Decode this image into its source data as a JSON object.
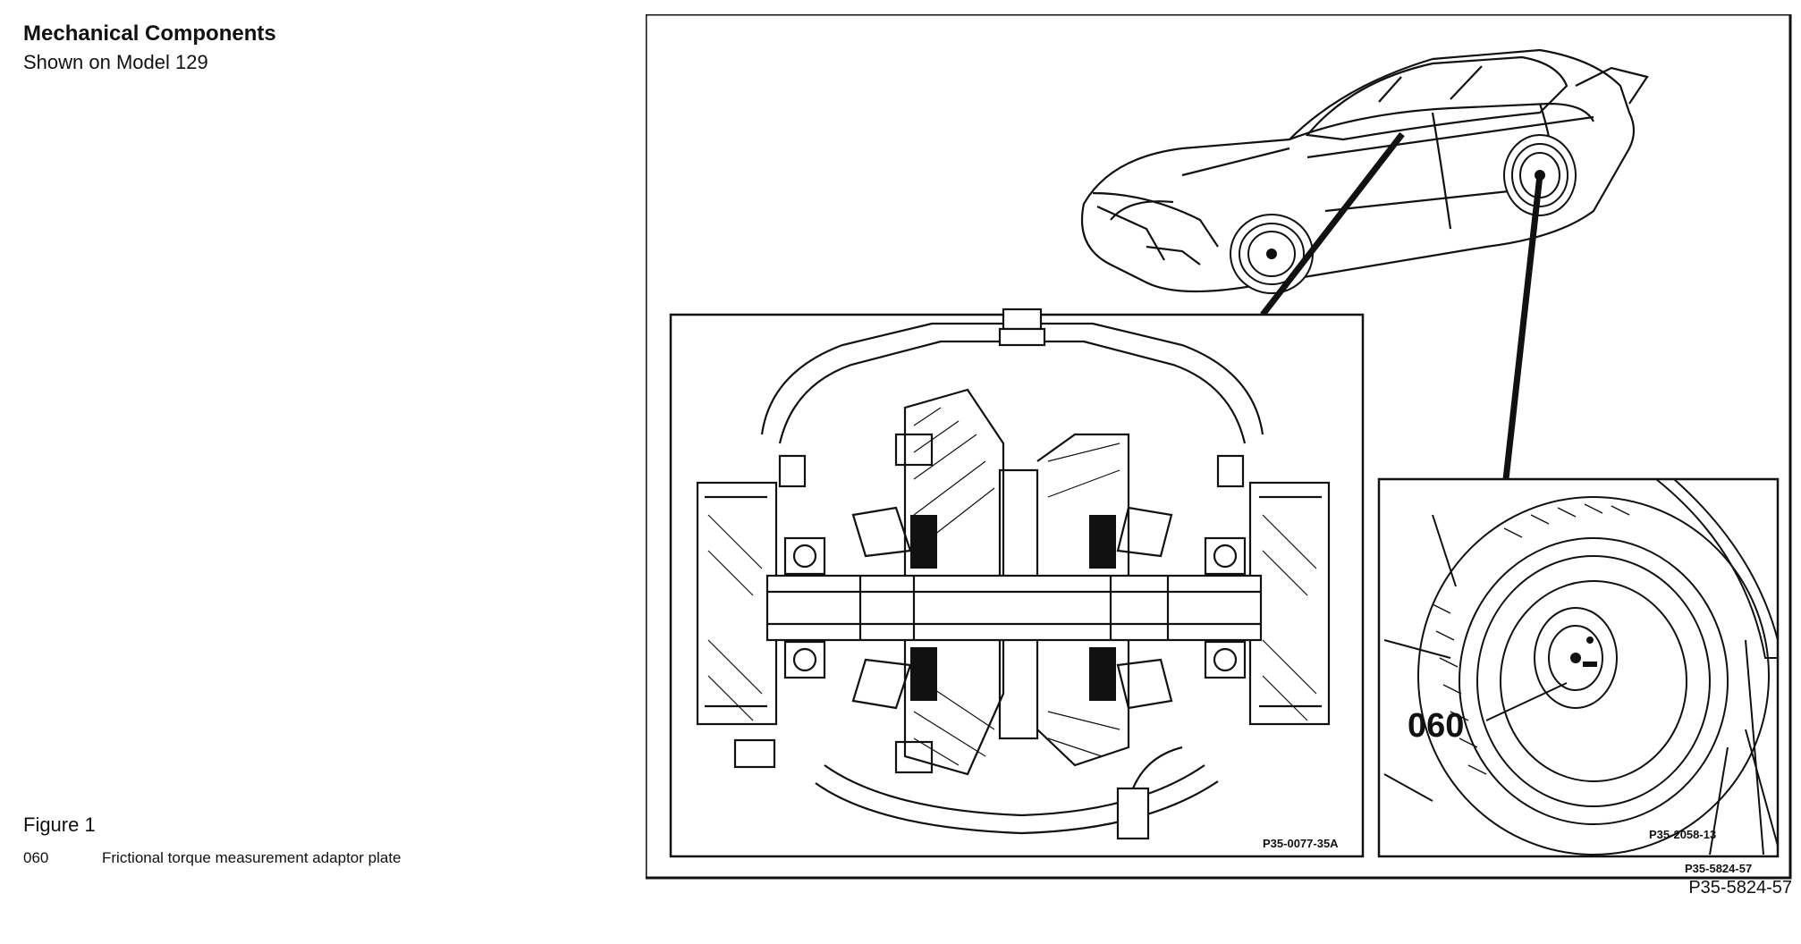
{
  "header": {
    "title": "Mechanical Components",
    "subtitle": "Shown on Model 129"
  },
  "caption": {
    "figure_label": "Figure 1",
    "legend": [
      {
        "code": "060",
        "description": "Frictional torque measurement adaptor plate"
      }
    ]
  },
  "figure_id": "P35-5824-57",
  "illustration": {
    "section_panel_id": "P35-0077-35A",
    "wheel_panel_id": "P35-2058-13",
    "frame_id": "P35-5824-57",
    "callout": "060"
  }
}
